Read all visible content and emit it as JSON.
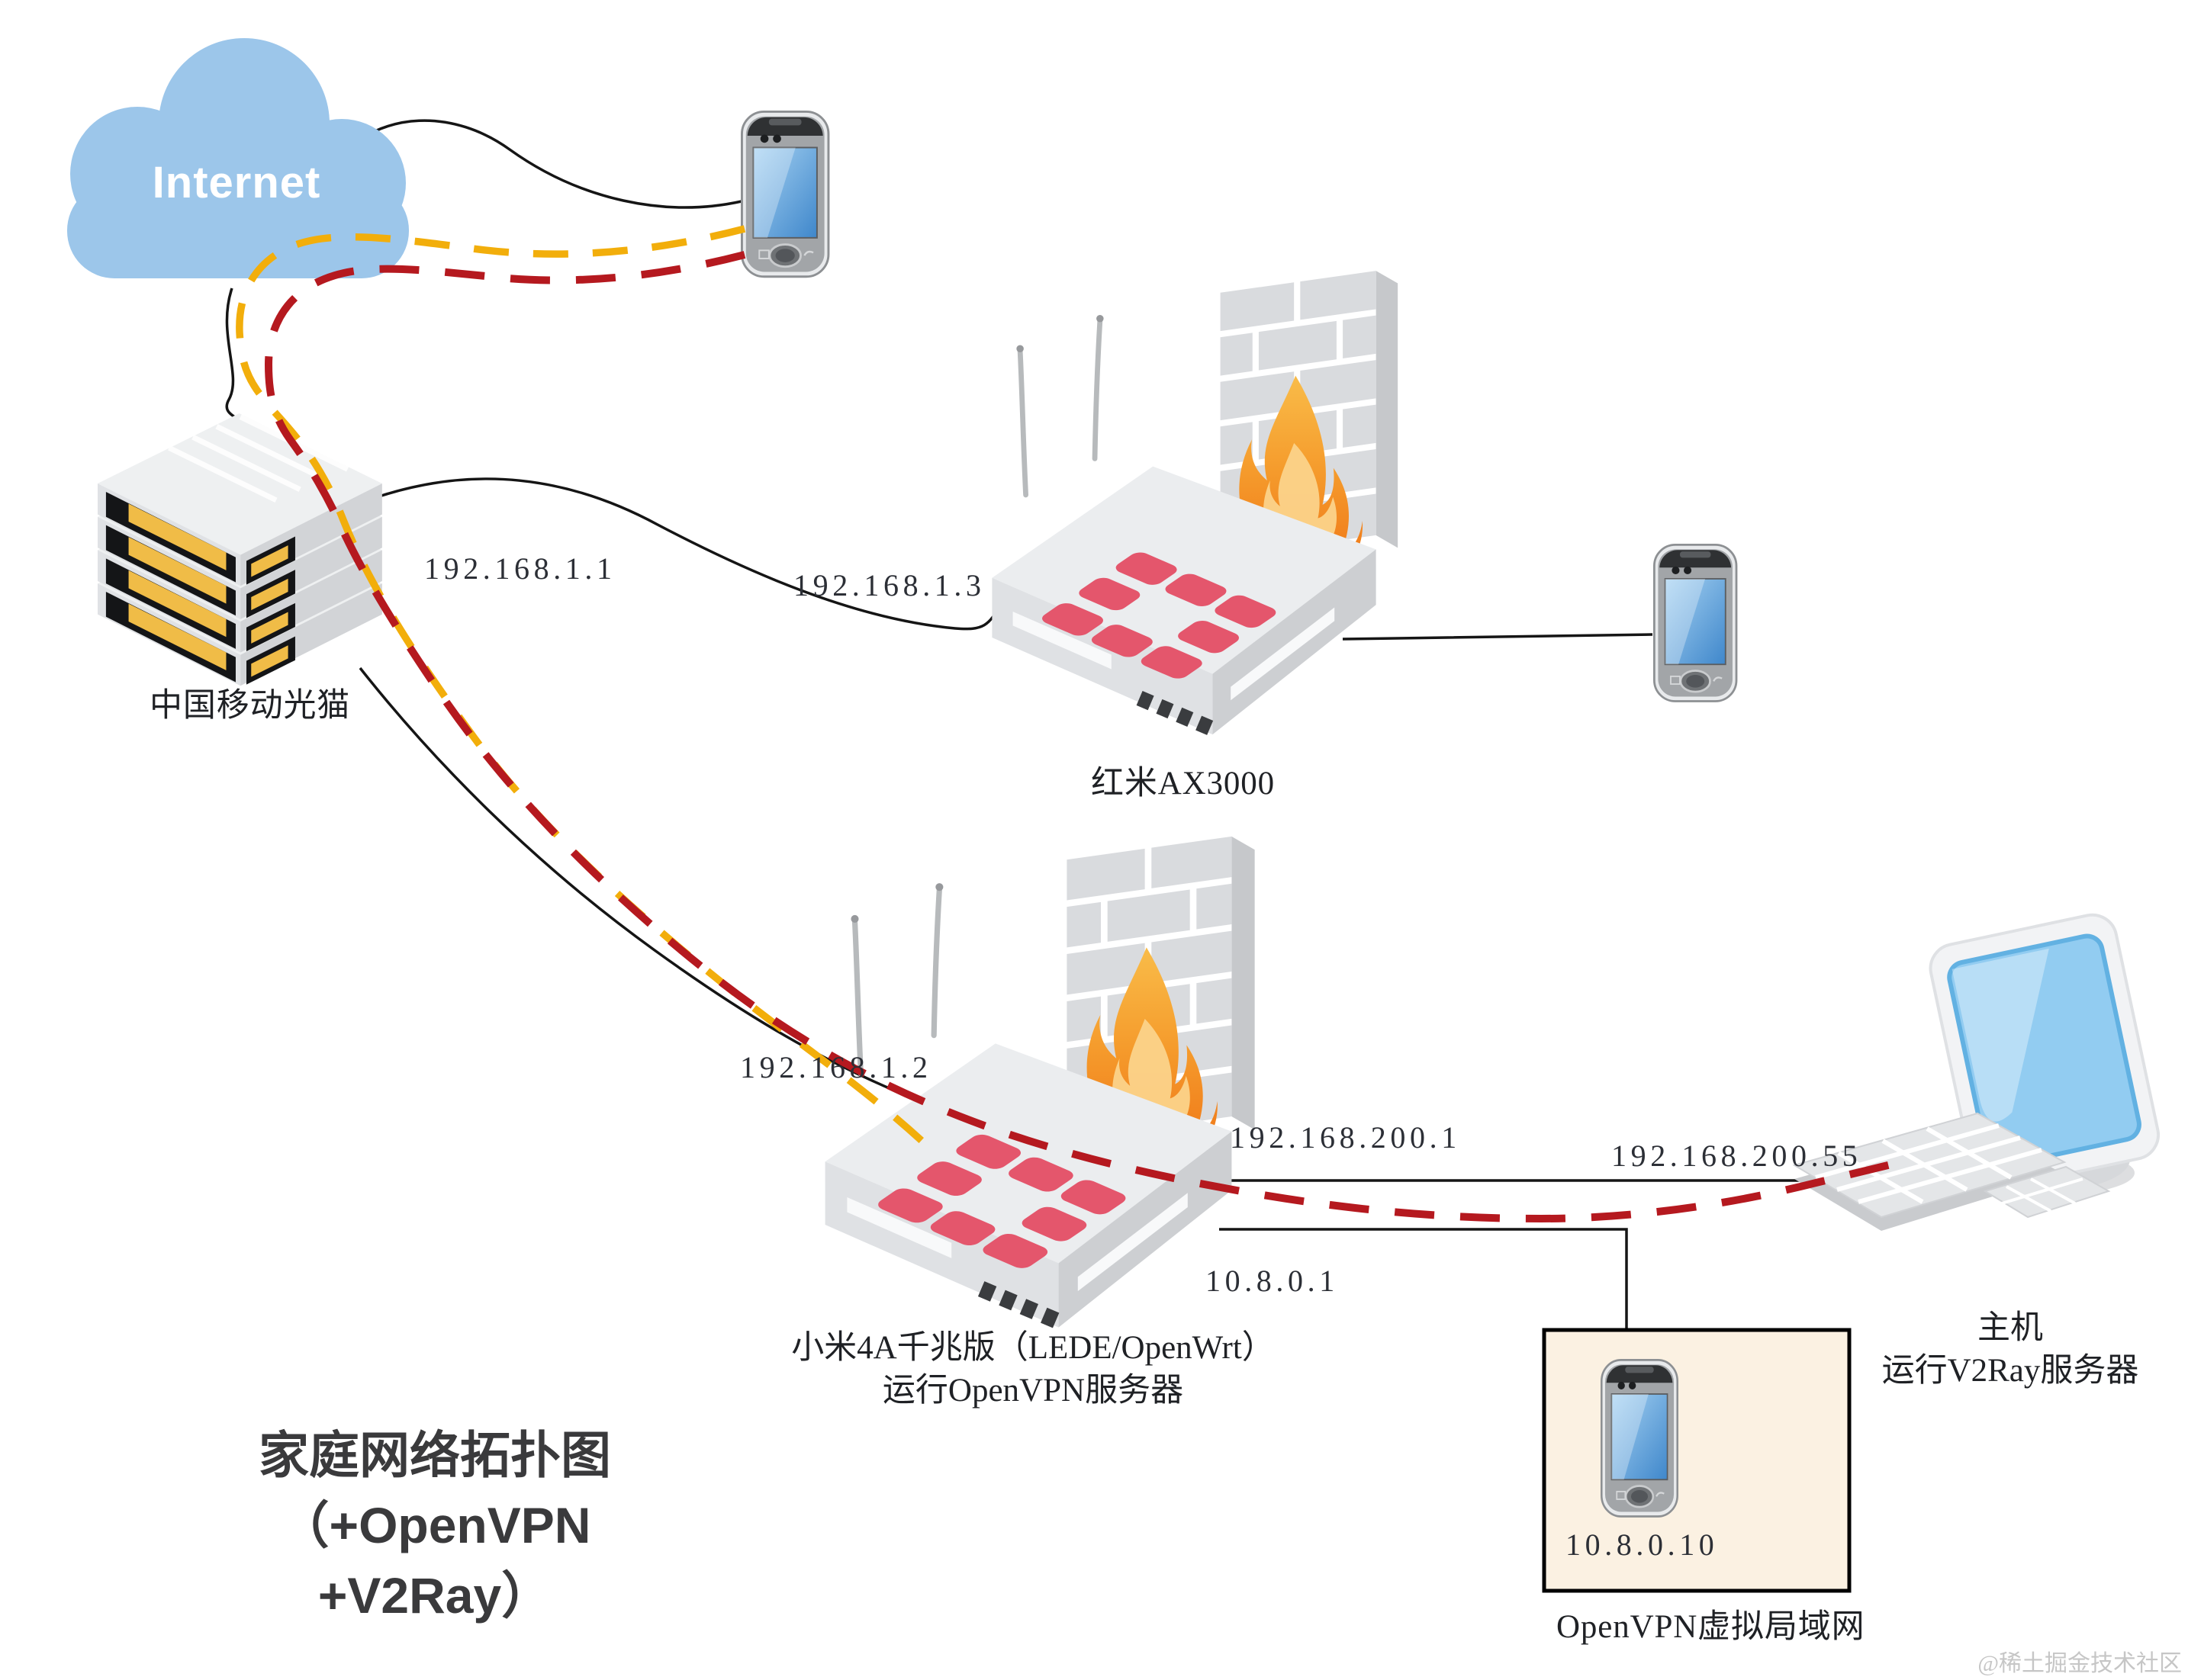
{
  "title": {
    "line1": "家庭网络拓扑图",
    "line2": "（+OpenVPN",
    "line3": "+V2Ray）"
  },
  "watermark": "@稀土掘金技术社区",
  "cloud": {
    "label": "Internet",
    "color": "#9cc6ea"
  },
  "devices": {
    "modem": {
      "label": "中国移动光猫"
    },
    "redmi": {
      "label": "红米AX3000"
    },
    "xiaomi": {
      "label1": "小米4A千兆版（LEDE/OpenWrt）",
      "label2": "运行OpenVPN服务器"
    },
    "host": {
      "label1": "主机",
      "label2": "运行V2Ray服务器"
    },
    "vlan": {
      "label": "OpenVPN虚拟局域网"
    }
  },
  "ip_labels": {
    "modem_lan": "192.168.1.1",
    "redmi_wan": "192.168.1.3",
    "xiaomi_wan": "192.168.1.2",
    "xiaomi_lan": "192.168.200.1",
    "host_ip": "192.168.200.55",
    "openvpn_gateway": "10.8.0.1",
    "openvpn_client": "10.8.0.10"
  },
  "legend_colors": {
    "openvpn_tunnel_dashed": "#f2ae0b",
    "v2ray_tunnel_dashed": "#b5191f",
    "physical_link": "#151515",
    "vlan_box_fill": "#fbf1e2",
    "cloud_fill": "#9cc6ea",
    "firewall_flame": "#f08a1d",
    "router_pattern": "#e4566c"
  },
  "connections": {
    "physical": [
      {
        "from": "internet",
        "to": "mobile-client"
      },
      {
        "from": "internet",
        "to": "modem"
      },
      {
        "from": "modem",
        "to": "redmi-router"
      },
      {
        "from": "redmi-router",
        "to": "lan-phone"
      },
      {
        "from": "modem",
        "to": "xiaomi-router"
      },
      {
        "from": "xiaomi-router",
        "to": "host-computer"
      },
      {
        "from": "xiaomi-router",
        "to": "openvpn-lan-box"
      }
    ],
    "tunnels": [
      {
        "style": "dashed-yellow",
        "from": "mobile-client",
        "to": "xiaomi-router"
      },
      {
        "style": "dashed-red",
        "from": "mobile-client",
        "to": "host-computer"
      }
    ]
  }
}
